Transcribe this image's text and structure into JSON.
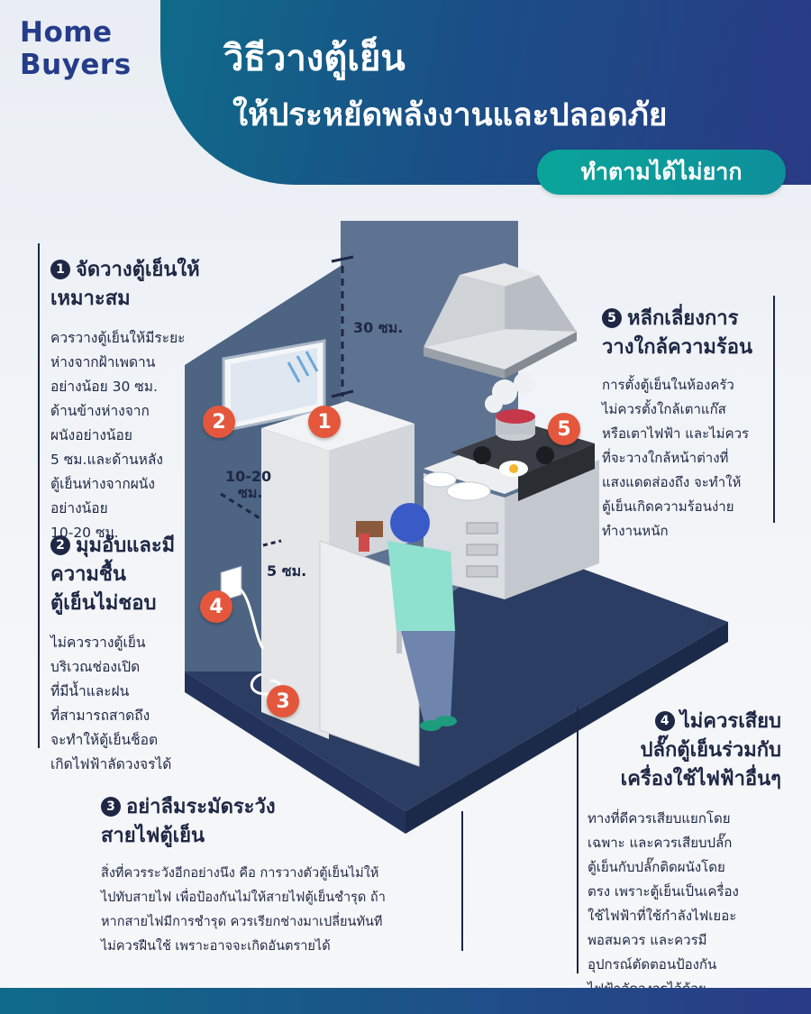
{
  "logo": {
    "line1": "Home",
    "line2": "Buyers"
  },
  "header": {
    "title_line1": "วิธีวางตู้เย็น",
    "title_line2": "ให้ประหยัดพลังงานและปลอดภัย",
    "badge": "ทำตามได้ไม่ยาก"
  },
  "sections": [
    {
      "number": "1",
      "title_line1": "จัดวางตู้เย็นให้",
      "title_line2": "เหมาะสม",
      "body": [
        "ควรวางตู้เย็นให้มีระยะ",
        "ห่างจากฝ้าเพดาน",
        "อย่างน้อย 30 ซม.",
        "ด้านข้างห่างจาก",
        "ผนังอย่างน้อย",
        "5 ซม.และด้านหลัง",
        "ตู้เย็นห่างจากผนัง",
        "อย่างน้อย",
        "10-20 ซม."
      ]
    },
    {
      "number": "2",
      "title_line1": "มุมอับและมี",
      "title_line2": "ความชื้น",
      "title_line3": "ตู้เย็นไม่ชอบ",
      "body": [
        "ไม่ควรวางตู้เย็น",
        "บริเวณช่องเปิด",
        "ที่มีน้ำและฝน",
        "ที่สามารถสาดถึง",
        "จะทำให้ตู้เย็นช็อต",
        "เกิดไฟฟ้าลัดวงจรได้"
      ]
    },
    {
      "number": "3",
      "title_line1": "อย่าลืมระมัดระวัง",
      "title_line2": "สายไฟตู้เย็น",
      "body": [
        "สิ่งที่ควรระวังอีกอย่างนึง คือ การวางตัวตู้เย็นไม่ให้",
        "ไปทับสายไฟ เพื่อป้องกันไม่ให้สายไฟตู้เย็นชำรุด ถ้า",
        "หากสายไฟมีการชำรุด ควรเรียกช่างมาเปลี่ยนทันที",
        "ไม่ควรฝืนใช้ เพราะอาจจะเกิดอันตรายได้"
      ]
    },
    {
      "number": "4",
      "title_line1": "ไม่ควรเสียบ",
      "title_line2": "ปลั๊กตู้เย็นร่วมกับ",
      "title_line3": "เครื่องใช้ไฟฟ้าอื่นๆ",
      "body": [
        "ทางที่ดีควรเสียบแยกโดย",
        "เฉพาะ และควรเสียบปลั๊ก",
        "ตู้เย็นกับปลั๊กติดผนังโดย",
        "ตรง เพราะตู้เย็นเป็นเครื่อง",
        "ใช้ไฟฟ้าที่ใช้กำลังไฟเยอะ",
        "พอสมควร และควรมี",
        "อุปกรณ์ตัดตอนป้องกัน",
        "ไฟฟ้าลัดวงจรไว้ด้วย"
      ]
    },
    {
      "number": "5",
      "title_line1": "หลีกเลี่ยงการ",
      "title_line2": "วางใกล้ความร้อน",
      "body": [
        "การตั้งตู้เย็นในห้องครัว",
        "ไม่ควรตั้งใกล้เตาแก๊ส",
        "หรือเตาไฟฟ้า และไม่ควร",
        "ที่จะวางใกล้หน้าต่างที่",
        "แสงแดดส่องถึง จะทำให้",
        "ตู้เย็นเกิดความร้อนง่าย",
        "ทำงานหนัก"
      ]
    }
  ],
  "dimensions": {
    "top": "30 ซม.",
    "back_line1": "10-20",
    "back_line2": "ซม.",
    "side": "5 ซม."
  },
  "markers": [
    "1",
    "2",
    "3",
    "4",
    "5"
  ],
  "colors": {
    "navy": "#1e2744",
    "teal": "#0aa59a",
    "marker": "#e4573c",
    "wall": "#5d7391",
    "floor": "#2c3d63"
  }
}
